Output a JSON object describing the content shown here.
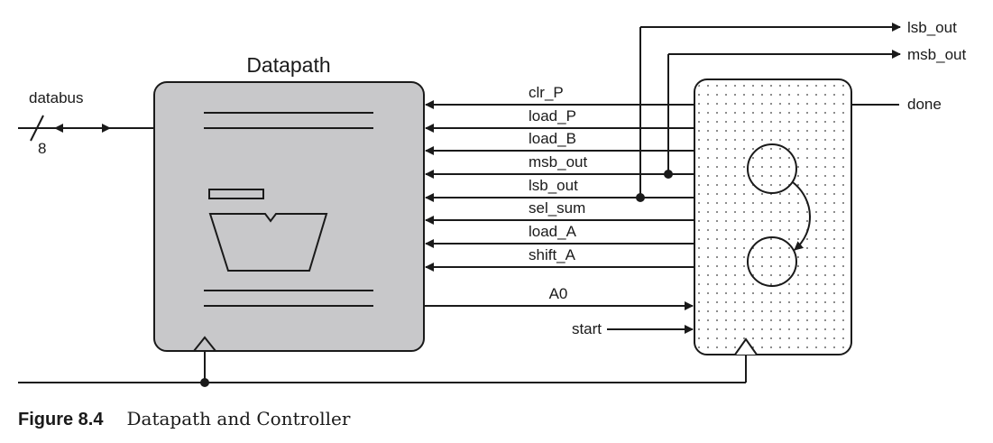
{
  "datapath": {
    "title": "Datapath",
    "databus_label": "databus",
    "bus_width": "8"
  },
  "controller": {
    "signals_to_datapath": [
      "clr_P",
      "load_P",
      "load_B",
      "msb_out",
      "lsb_out",
      "sel_sum",
      "load_A",
      "shift_A"
    ],
    "status_to_controller": "A0",
    "start_label": "start",
    "outputs": {
      "lsb_out": "lsb_out",
      "msb_out": "msb_out",
      "done": "done"
    }
  },
  "caption": {
    "number": "Figure 8.4",
    "text": "Datapath and Controller"
  }
}
